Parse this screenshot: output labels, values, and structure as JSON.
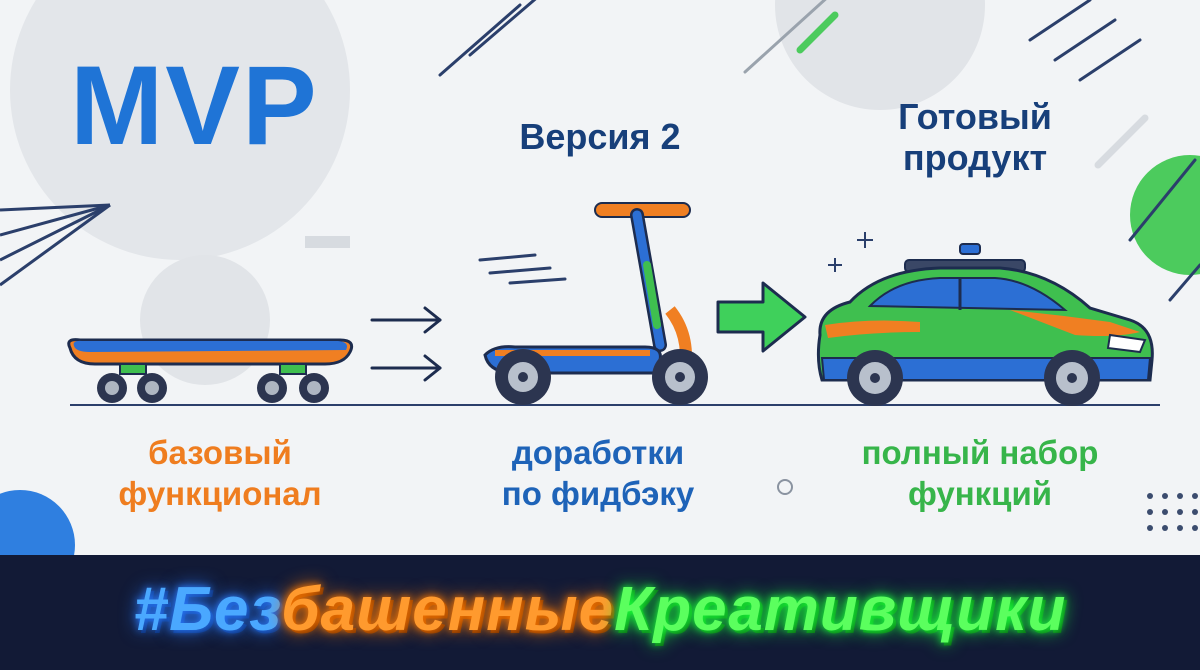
{
  "title": "MVP",
  "stages": [
    {
      "heading": "",
      "caption_line1": "базовый",
      "caption_line2": "функционал",
      "icon": "skateboard-icon"
    },
    {
      "heading": "Версия 2",
      "caption_line1": "доработки",
      "caption_line2": "по фидбэку",
      "icon": "kick-scooter-icon"
    },
    {
      "heading_line1": "Готовый",
      "heading_line2": "продукт",
      "caption_line1": "полный набор",
      "caption_line2": "функций",
      "icon": "car-icon"
    }
  ],
  "arrows": [
    "double-arrow-icon",
    "green-arrow-icon"
  ],
  "banner": {
    "part1": "#Без",
    "part2": "башенные",
    "part3": "Креативщики"
  },
  "colors": {
    "title_blue": "#1f74d6",
    "heading_navy": "#173f7a",
    "caption_orange": "#ef7d1f",
    "caption_blue": "#1e63b8",
    "caption_green": "#37b54a",
    "banner_bg": "#121a36"
  }
}
